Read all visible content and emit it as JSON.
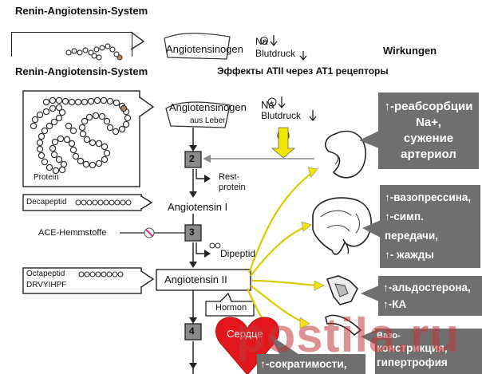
{
  "top_strip": {
    "title": "Renin-Angiotensin-System",
    "angiotensinogen": "Angiotensinogen",
    "na": "Na",
    "blutdruck": "Blutdruck",
    "wirkungen": "Wirkungen"
  },
  "header": {
    "title": "Renin-Angiotensin-System",
    "subtitle": "Эффекты ATII через AT1 рецепторы"
  },
  "cascade": {
    "angiotensinogen": "Angiotensinogen",
    "aus_leber": "aus Leber",
    "na": "Na",
    "blutdruck": "Blutdruck",
    "protein": "Protein",
    "step2": "2",
    "rest_protein_1": "Rest-",
    "rest_protein_2": "protein",
    "angiotensin1": "Angiotensin I",
    "decapeptid": "Decapeptid",
    "ace_hemmstoffe": "ACE-Hemmstoffe",
    "step3": "3",
    "dipeptid": "Dipeptid",
    "octapeptid": "Octapeptid",
    "drvyihpf": "DRVYIHPF",
    "angiotensin2": "Angiotensin II",
    "hormon": "Hormon",
    "step4": "4",
    "herz": "Сердце"
  },
  "effects": {
    "kidney": [
      "↑-реабсорбции",
      "Na+,",
      "сужение",
      "артериол"
    ],
    "brain": [
      "↑-вазопрессина,",
      "↑-симп.",
      "передачи,",
      "↑- жажды"
    ],
    "adrenal": [
      "↑-альдостерона,",
      "↑-КА"
    ],
    "vessel": [
      "Вазо-",
      "констрикция,",
      "гипертрофия"
    ],
    "heart": [
      "↑-сократимости,"
    ]
  },
  "watermark": "postila.ru",
  "colors": {
    "arrow_yellow": "#f2e600",
    "box_grey": "#6f6f6f",
    "heart_red": "#e3161c",
    "watermark": "#c23a3a"
  }
}
